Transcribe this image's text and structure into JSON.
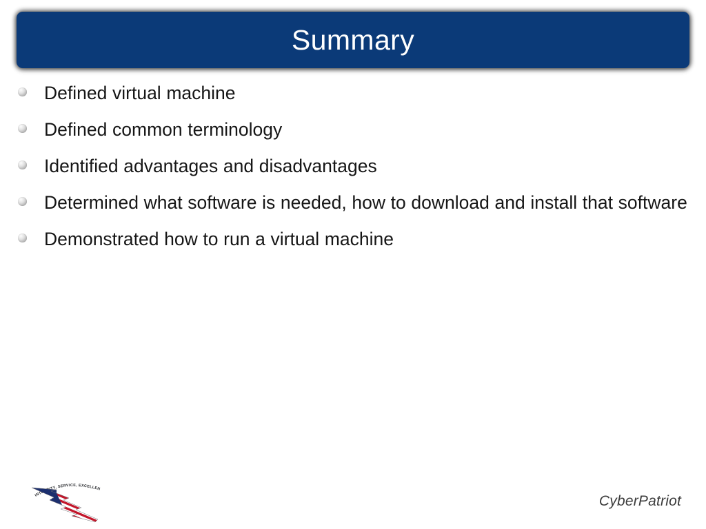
{
  "slide": {
    "title": "Summary",
    "background_color": "#ffffff",
    "title_bar_color": "#0b3a78",
    "title_text_color": "#ffffff",
    "body_text_color": "#161616"
  },
  "bullets": [
    {
      "text": "Defined virtual machine"
    },
    {
      "text": "Defined common terminology"
    },
    {
      "text": "Identified advantages and disadvantages"
    },
    {
      "text": "Determined what software is needed, how to download and install that software"
    },
    {
      "text": "Demonstrated how to run a virtual machine"
    }
  ],
  "footer": {
    "logo_name": "usaf-flag-logo",
    "logo_motto": "INTEGRITY, SERVICE, EXCELLENCE",
    "brand": "CyberPatriot"
  }
}
